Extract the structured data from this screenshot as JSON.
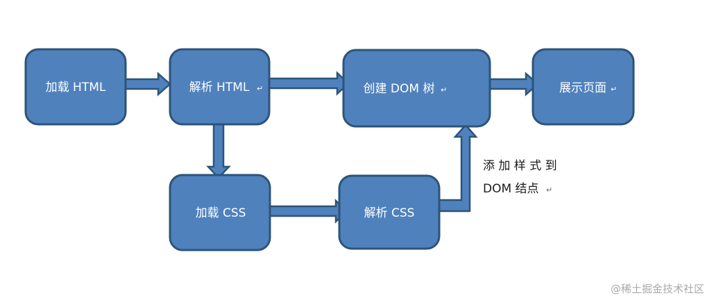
{
  "diagram": {
    "colors": {
      "box_fill": "#4f81bd",
      "box_stroke": "#2d5478",
      "arrow_fill": "#4f81bd",
      "arrow_stroke": "#2d5478",
      "label_text": "#ffffff",
      "annotation_text": "#1a1a1a",
      "watermark_text": "#a9a9a9"
    },
    "nodes": {
      "load_html": "加载 HTML",
      "parse_html": "解析 HTML",
      "create_dom": "创建 DOM 树",
      "render_page": "展示页面",
      "load_css": "加载 CSS",
      "parse_css": "解析 CSS"
    },
    "annotation": {
      "line1": "添 加 样 式 到",
      "line2": "DOM 结点"
    },
    "paragraph_mark": "↵",
    "watermark": "@稀土掘金技术社区"
  }
}
